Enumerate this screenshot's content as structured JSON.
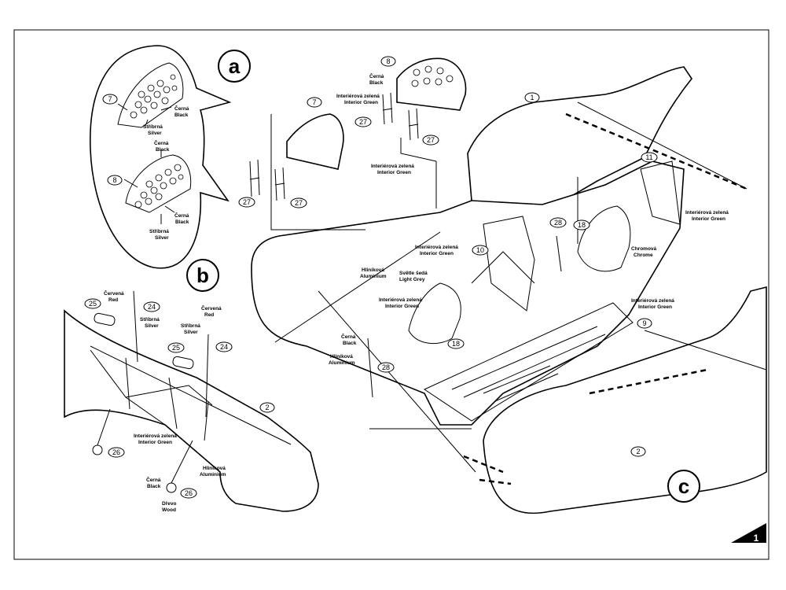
{
  "sections": {
    "a": "a",
    "b": "b",
    "c": "c"
  },
  "page_number": "1",
  "parts": {
    "p1": "1",
    "p2": "2",
    "p7": "7",
    "p8": "8",
    "p9": "9",
    "p10": "10",
    "p11": "11",
    "p18": "18",
    "p24": "24",
    "p25": "25",
    "p26": "26",
    "p27": "27",
    "p28": "28"
  },
  "labels": {
    "cerna": "Černá",
    "black": "Black",
    "stribrna": "Stříbrná",
    "silver": "Silver",
    "interior_cz": "Interiérová zelená",
    "interior_en": "Interior Green",
    "hlinikova": "Hliníková",
    "aluminium": "Aluminium",
    "svetle_seda": "Světle šedá",
    "light_grey": "Light Grey",
    "chromova": "Chromová",
    "chrome": "Chrome",
    "cervena": "Červená",
    "red": "Red",
    "drevo": "Dřevo",
    "wood": "Wood"
  }
}
